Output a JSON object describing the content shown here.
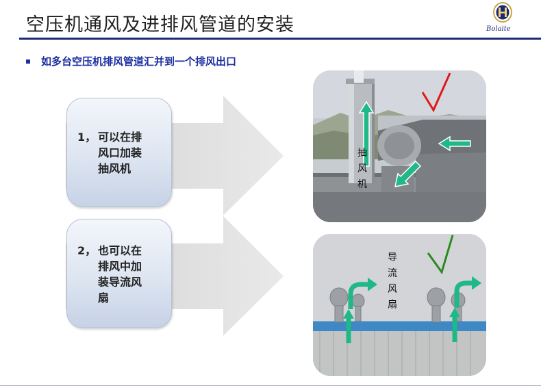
{
  "header": {
    "title": "空压机通风及进排风管道的安装",
    "logo_text": "Bolaite"
  },
  "bullet": {
    "text": "如多台空压机排风管道汇并到一个排风出口"
  },
  "options": [
    {
      "number": "1，",
      "lines": [
        "可以在排",
        "风口加装",
        "抽风机"
      ]
    },
    {
      "number": "2，",
      "lines": [
        "也可以在",
        "排风中加",
        "装导流风",
        "扇"
      ]
    }
  ],
  "photo1": {
    "label_chars": [
      "抽",
      "风",
      "机"
    ],
    "mark": "√"
  },
  "photo2": {
    "label_chars": [
      "导",
      "流",
      "风",
      "扇"
    ],
    "mark": "√"
  },
  "colors": {
    "title_rule": "#1b2a73",
    "bullet_text": "#1c2fa0",
    "arrow_green": "#1fb887",
    "check_red": "#e01818",
    "check_green": "#2a8a1e"
  }
}
